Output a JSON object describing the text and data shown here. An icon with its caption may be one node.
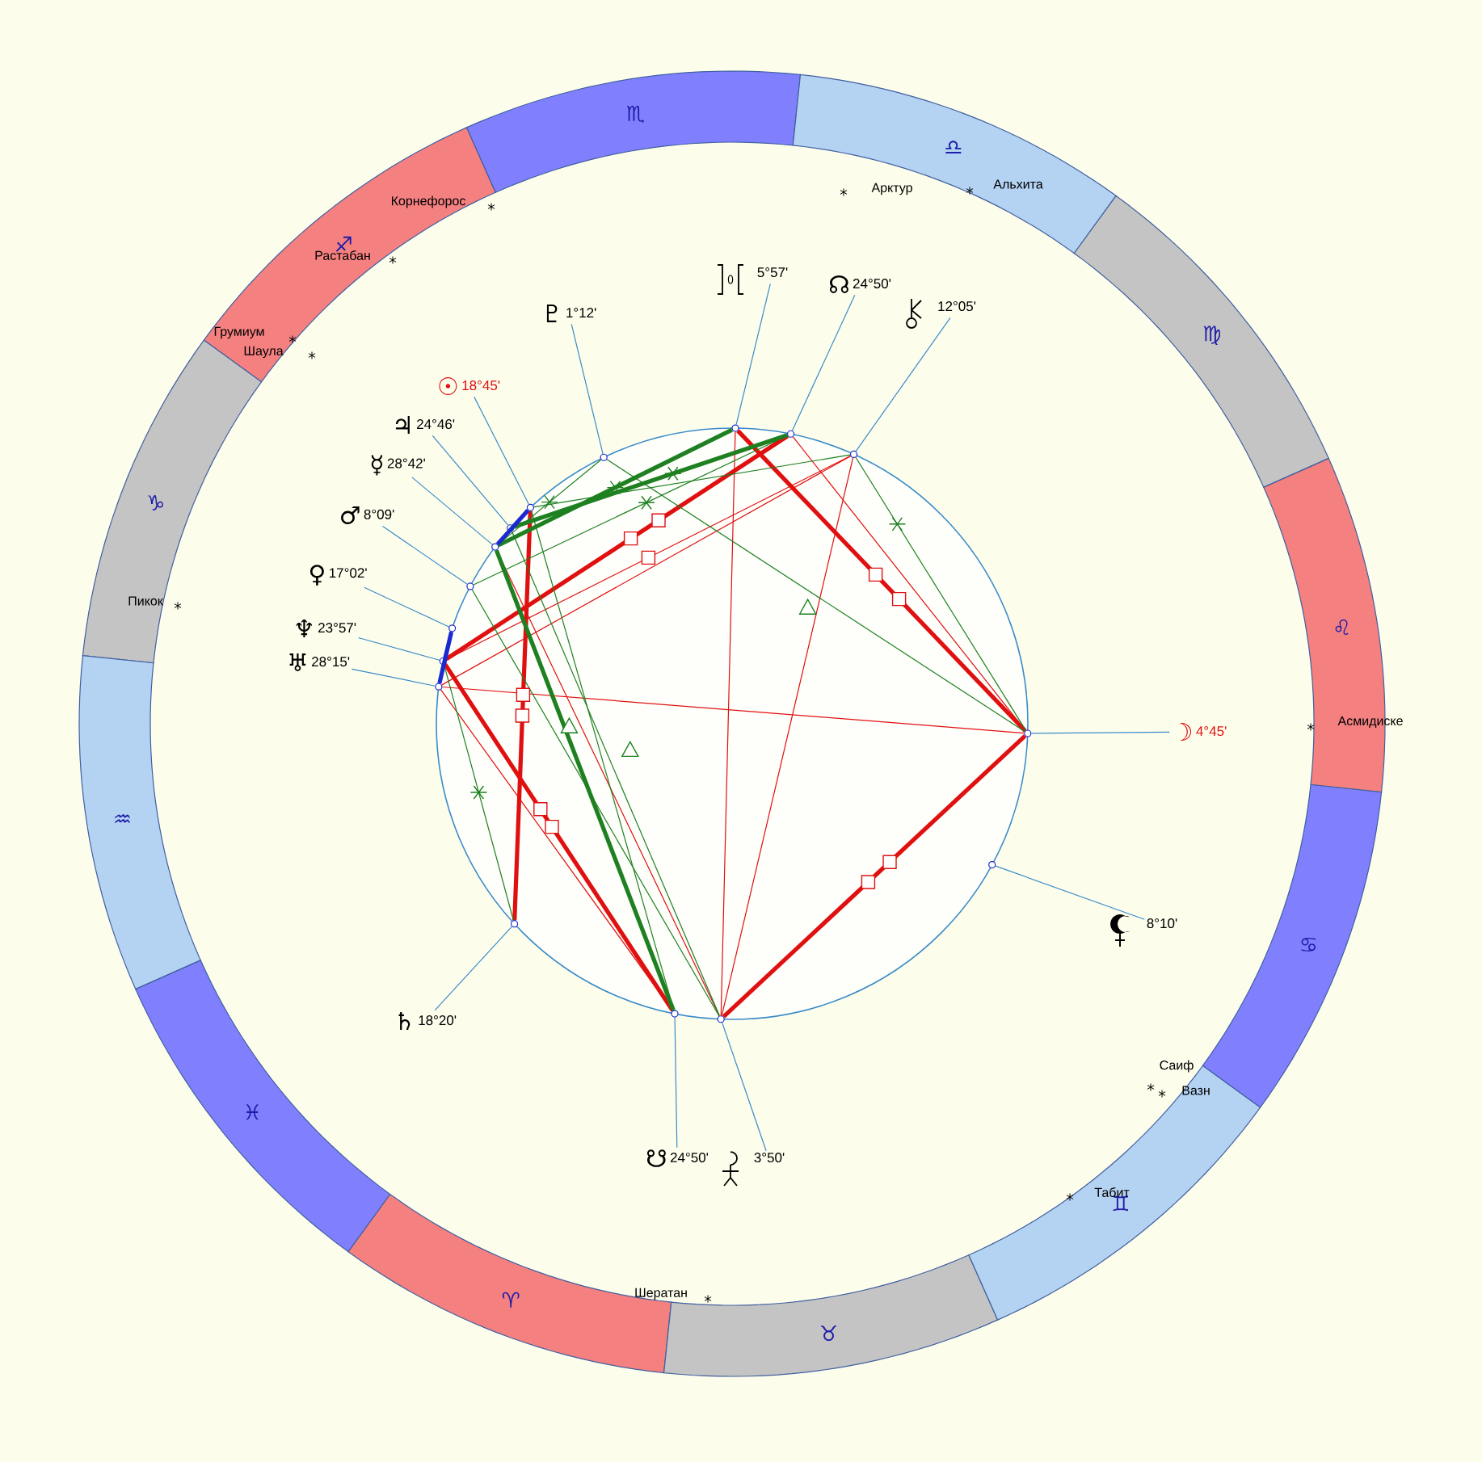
{
  "diagram": {
    "nodes": [
      {
        "text": [
          "♇",
          "1°12'"
        ]
      },
      {
        "text": [
          "5°57'"
        ]
      },
      {
        "text": [
          "☊",
          "24°50'"
        ]
      },
      {
        "text": [
          "12°05'"
        ]
      },
      {
        "text": [
          "☉",
          "18°45'"
        ]
      },
      {
        "text": [
          "♃",
          "24°46'"
        ]
      },
      {
        "text": [
          "☿",
          "28°42'"
        ]
      },
      {
        "text": [
          "♂",
          "8°09'"
        ]
      },
      {
        "text": [
          "♀",
          "17°02'"
        ]
      },
      {
        "text": [
          "♆",
          "23°57'"
        ]
      },
      {
        "text": [
          "♅",
          "28°15'"
        ]
      },
      {
        "text": [
          "☽",
          "4°45'"
        ]
      },
      {
        "text": [
          "8°10'"
        ]
      },
      {
        "text": [
          "♄",
          "18°20'"
        ]
      },
      {
        "text": [
          "☋",
          "24°50'"
        ]
      },
      {
        "text": [
          "3°50'"
        ]
      },
      {
        "text": [],
        "shape": "circle"
      },
      {
        "text": [],
        "shape": "circle"
      },
      {
        "text": [],
        "shape": "circle"
      },
      {
        "text": [],
        "shape": "circle"
      },
      {
        "text": [],
        "shape": "circle"
      },
      {
        "text": [],
        "shape": "circle"
      },
      {
        "text": [],
        "shape": "circle"
      },
      {
        "text": [],
        "shape": "circle"
      },
      {
        "text": [],
        "shape": "circle"
      },
      {
        "text": [],
        "shape": "circle"
      },
      {
        "text": [],
        "shape": "circle"
      },
      {
        "text": [],
        "shape": "circle"
      },
      {
        "text": [],
        "shape": "circle"
      },
      {
        "text": [],
        "shape": "circle"
      },
      {
        "text": [],
        "shape": "circle"
      },
      {
        "text": [],
        "shape": "circle"
      }
    ],
    "edges": [
      {
        "from": 0,
        "to": 16,
        "arrow": "none"
      },
      {
        "from": 1,
        "to": 17,
        "arrow": "none"
      },
      {
        "from": 2,
        "to": 18,
        "arrow": "none"
      },
      {
        "from": 3,
        "to": 19,
        "arrow": "none"
      },
      {
        "from": 4,
        "to": 20,
        "arrow": "none"
      },
      {
        "from": 5,
        "to": 21,
        "arrow": "none"
      },
      {
        "from": 6,
        "to": 22,
        "arrow": "none"
      },
      {
        "from": 7,
        "to": 23,
        "arrow": "none"
      },
      {
        "from": 8,
        "to": 24,
        "arrow": "none"
      },
      {
        "from": 9,
        "to": 25,
        "arrow": "none"
      },
      {
        "from": 10,
        "to": 26,
        "arrow": "none"
      },
      {
        "from": 11,
        "to": 27,
        "arrow": "none"
      },
      {
        "from": 12,
        "to": 28,
        "arrow": "none"
      },
      {
        "from": 13,
        "to": 29,
        "arrow": "none"
      },
      {
        "from": 14,
        "to": 30,
        "arrow": "none"
      },
      {
        "from": 15,
        "to": 31,
        "arrow": "none"
      },
      {
        "from": 17,
        "to": 27,
        "arrow": "none",
        "style": "thick",
        "color": "#e01010"
      },
      {
        "from": 27,
        "to": 31,
        "arrow": "none",
        "style": "thick",
        "color": "#e01010"
      },
      {
        "from": 18,
        "to": 25,
        "arrow": "none",
        "style": "thick",
        "color": "#e01010"
      },
      {
        "from": 25,
        "to": 30,
        "arrow": "none",
        "style": "thick",
        "color": "#e01010"
      },
      {
        "from": 20,
        "to": 29,
        "arrow": "none",
        "style": "thick",
        "color": "#e01010"
      },
      {
        "from": 17,
        "to": 31,
        "arrow": "none",
        "color": "#e01010"
      },
      {
        "from": 26,
        "to": 27,
        "arrow": "none",
        "color": "#e01010"
      },
      {
        "from": 19,
        "to": 25,
        "arrow": "none",
        "color": "#e01010"
      },
      {
        "from": 19,
        "to": 26,
        "arrow": "none",
        "color": "#e01010"
      },
      {
        "from": 18,
        "to": 27,
        "arrow": "none",
        "color": "#e01010"
      },
      {
        "from": 26,
        "to": 30,
        "arrow": "none",
        "color": "#e01010"
      },
      {
        "from": 22,
        "to": 31,
        "arrow": "none",
        "color": "#e01010"
      },
      {
        "from": 31,
        "to": 19,
        "arrow": "none",
        "color": "#e01010"
      },
      {
        "from": 17,
        "to": 22,
        "arrow": "none",
        "style": "thick",
        "color": "#1e8020"
      },
      {
        "from": 18,
        "to": 21,
        "arrow": "none",
        "style": "thick",
        "color": "#1e8020"
      },
      {
        "from": 18,
        "to": 23,
        "arrow": "none",
        "color": "#1e8020"
      },
      {
        "from": 19,
        "to": 20,
        "arrow": "none",
        "color": "#1e8020"
      },
      {
        "from": 16,
        "to": 27,
        "arrow": "none",
        "color": "#1e8020"
      },
      {
        "from": 19,
        "to": 27,
        "arrow": "none",
        "color": "#1e8020"
      },
      {
        "from": 20,
        "to": 30,
        "arrow": "none",
        "color": "#1e8020"
      },
      {
        "from": 21,
        "to": 31,
        "arrow": "none",
        "color": "#1e8020"
      },
      {
        "from": 22,
        "to": 30,
        "arrow": "none",
        "style": "thick",
        "color": "#1e8020"
      },
      {
        "from": 23,
        "to": 31,
        "arrow": "none",
        "color": "#1e8020"
      },
      {
        "from": 25,
        "to": 29,
        "arrow": "none",
        "color": "#1e8020"
      },
      {
        "from": 16,
        "to": 22,
        "arrow": "none",
        "color": "#1e8020"
      },
      {
        "from": 20,
        "to": 22,
        "arrow": "none",
        "style": "thick",
        "color": "#1a2ad0"
      },
      {
        "from": 24,
        "to": 26,
        "arrow": "none",
        "style": "thick",
        "color": "#1a2ad0"
      }
    ],
    "labels": [
      "♏",
      "♐",
      "♑",
      "♒",
      "♓",
      "♈",
      "♉",
      "♊",
      "♋",
      "♌",
      "♍",
      "♎",
      "Корнефорос",
      "Растабан",
      "Грумиум",
      "Шаула",
      "Арктур",
      "Альхита",
      "Пикок",
      "Асмидиске",
      "Саиф",
      "Вазн",
      "Табит",
      "Шератан"
    ]
  }
}
